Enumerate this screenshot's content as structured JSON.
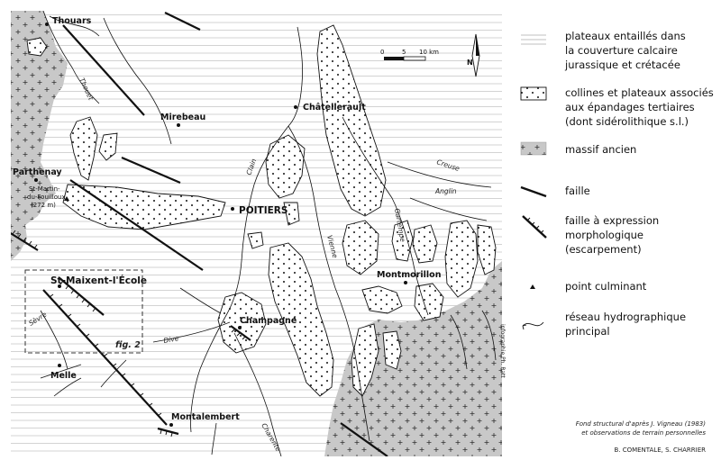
{
  "map": {
    "places": {
      "thouars": "Thouars",
      "mirebeau": "Mirebeau",
      "chatellerault": "Châtellerault",
      "parthenay": "Parthenay",
      "st_martin_1": "St-Martin-",
      "st_martin_2": "du-Fouilloux",
      "st_martin_3": "(272 m)",
      "poitiers": "POITIERS",
      "st_maixent": "St-Maixent-l'École",
      "montmorillon": "Montmorillon",
      "champagne": "Champagné",
      "melle": "Melle",
      "montalembert": "Montalembert"
    },
    "rivers": {
      "thouet": "Thouet",
      "clain": "Clain",
      "creuse": "Creuse",
      "anglin": "Anglin",
      "gartempe": "Gartempe",
      "vienne": "Vienne",
      "sevre": "Sèvre",
      "dive": "Dive",
      "charente": "Charente"
    },
    "figure_ref": "fig. 2",
    "side_credit": "infographie Ph. Ratt",
    "scale": {
      "ticks": [
        "0",
        "5",
        "10 km"
      ]
    },
    "north_label": "N"
  },
  "legend": {
    "items": [
      {
        "lines": [
          "plateaux entaillés dans",
          "la couverture calcaire",
          "jurassique et crétacée"
        ]
      },
      {
        "lines": [
          "collines et plateaux associés",
          "aux épandages tertiaires",
          "(dont sidérolithique s.l.)"
        ]
      },
      {
        "lines": [
          "massif ancien"
        ]
      },
      {
        "lines": [
          "faille"
        ]
      },
      {
        "lines": [
          "faille à expression",
          "morphologique",
          "(escarpement)"
        ]
      },
      {
        "lines": [
          "point culminant"
        ]
      },
      {
        "lines": [
          "réseau hydrographique",
          "principal"
        ]
      }
    ]
  },
  "credits": {
    "line1": "Fond structural d'après J. Vigneau (1983)",
    "line2": "et observations de terrain personnelles",
    "authors": "B. COMENTALE, S. CHARRIER"
  },
  "colors": {
    "massif": "#c8c8c8",
    "stripe": "#c4c4c4",
    "ink": "#111111"
  }
}
